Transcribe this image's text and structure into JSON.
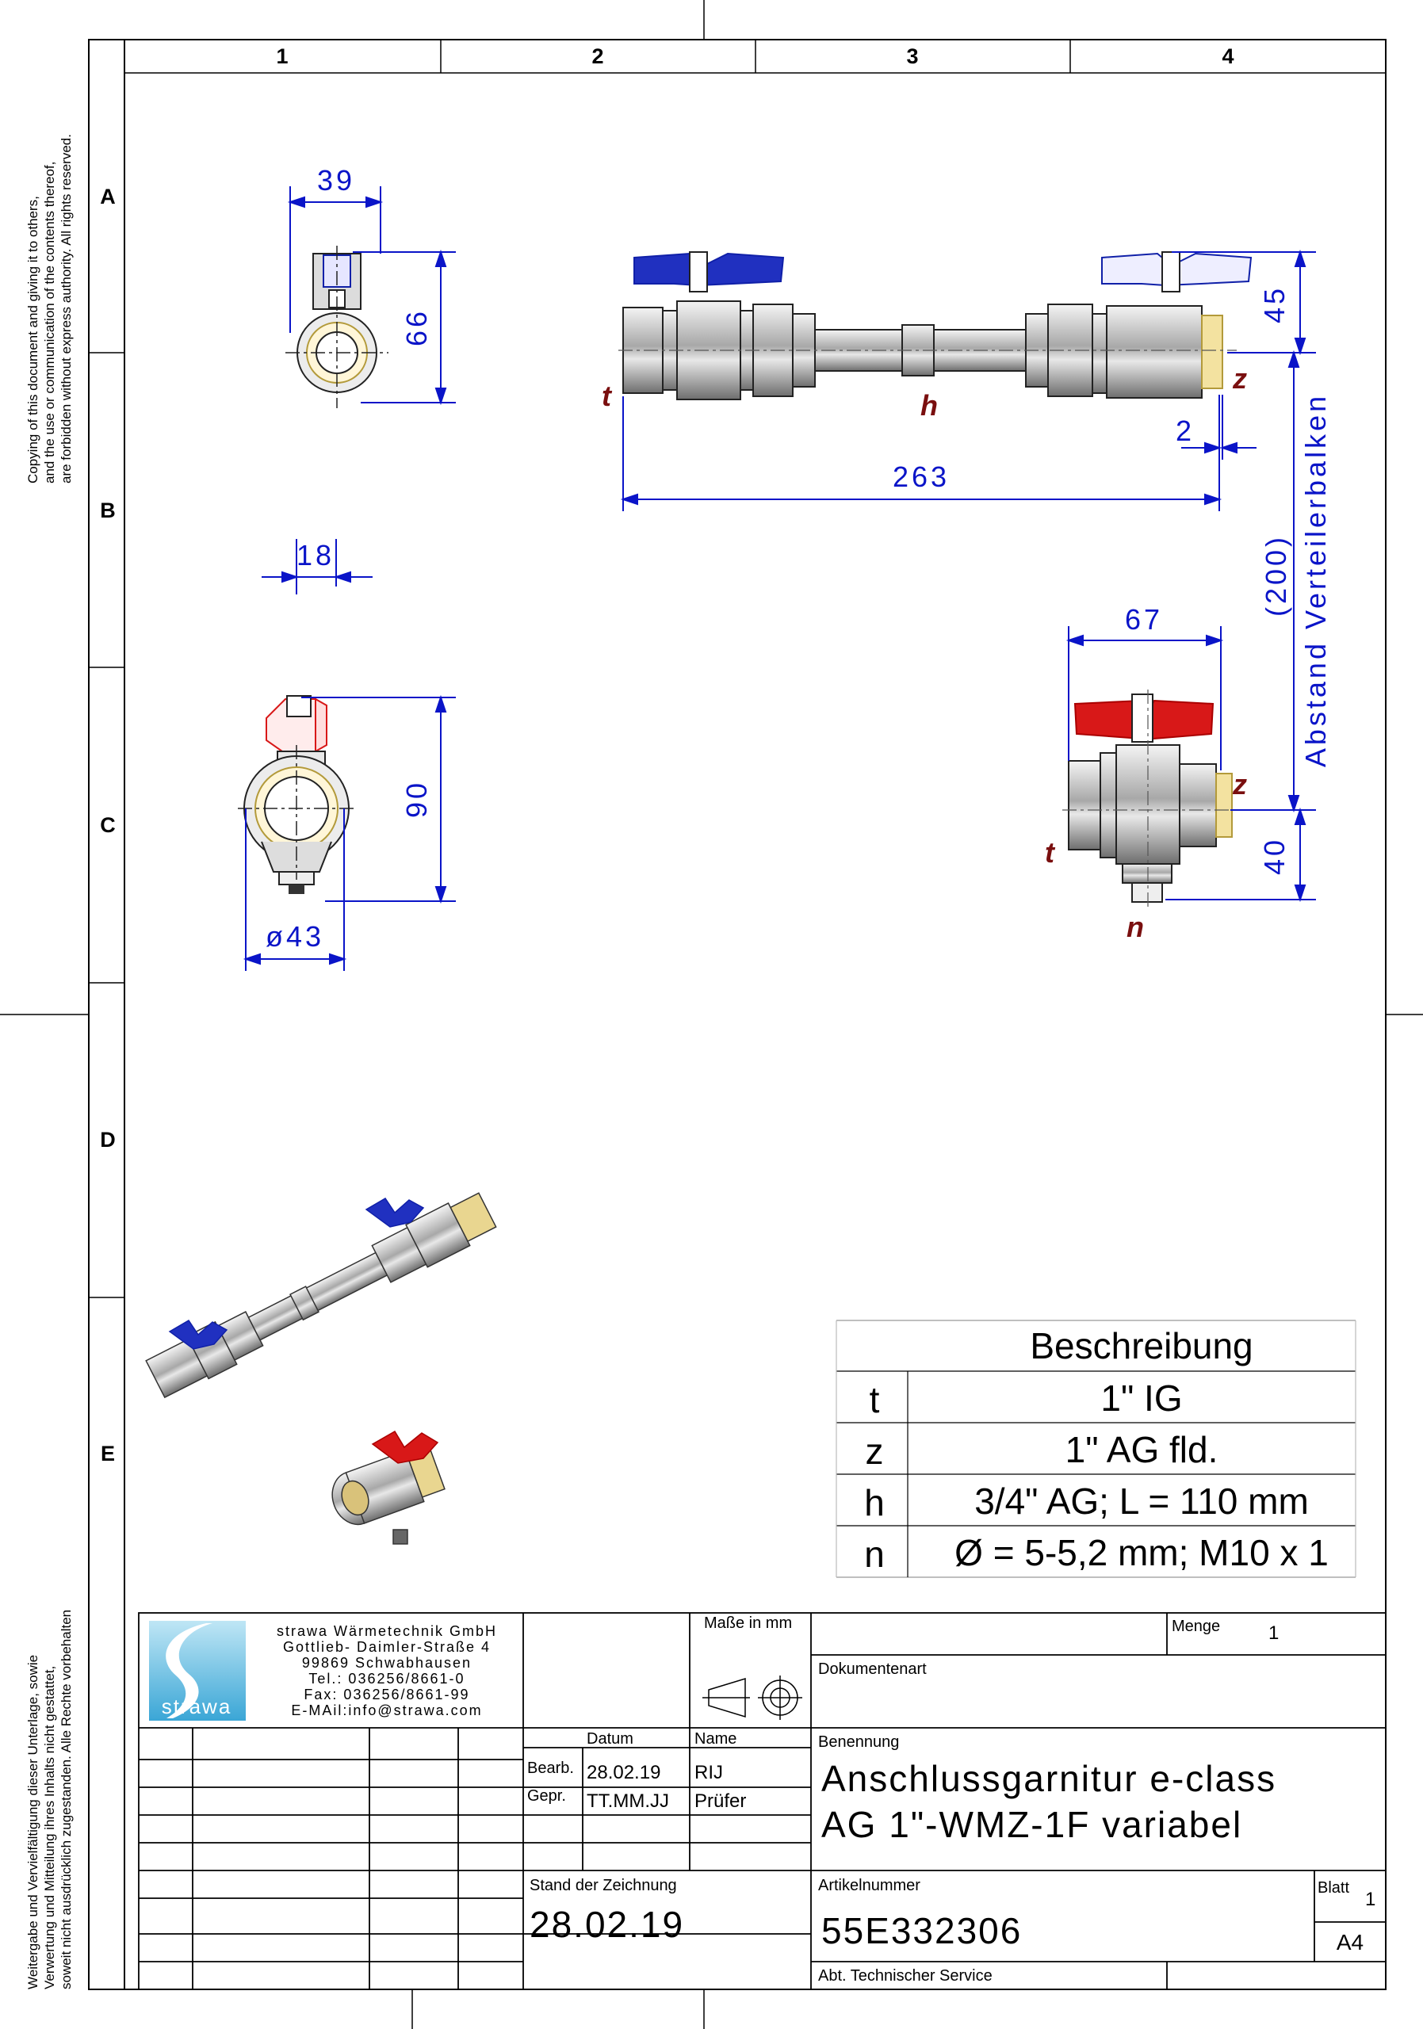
{
  "border": {
    "columns": [
      "1",
      "2",
      "3",
      "4"
    ],
    "rows": [
      "A",
      "B",
      "C",
      "D",
      "E"
    ],
    "copyright_en": [
      "Copying of this document and giving it to others,",
      "and the use or communication of the contents thereof,",
      "are forbidden without express authority. All rights reserved."
    ],
    "copyright_de": [
      "Weitergabe und Vervielfältigung dieser Unterlage, sowie",
      "Verwertung und Mitteilung ihres Inhalts nicht gestattet,",
      "soweit nicht ausdrücklich zugestanden. Alle Rechte vorbehalten"
    ]
  },
  "dimensions": {
    "front_width": "39",
    "front_height": "66",
    "offset": "18",
    "red_height": "90",
    "red_diameter": "ø43",
    "overall_length": "263",
    "valve_height": "45",
    "gap": "2",
    "side_width": "67",
    "side_height": "40",
    "distance_label": "(200)",
    "distance_caption": "Abstand Verteilerbalken"
  },
  "markers": {
    "t": "t",
    "z": "z",
    "h": "h",
    "n": "n"
  },
  "description_table": {
    "header": "Beschreibung",
    "rows": [
      {
        "key": "t",
        "value": "1\" IG"
      },
      {
        "key": "z",
        "value": "1\" AG fld."
      },
      {
        "key": "h",
        "value": "3/4\" AG; L = 110 mm"
      },
      {
        "key": "n",
        "value": "Ø = 5-5,2 mm; M10 x 1"
      }
    ]
  },
  "title_block": {
    "logo_text": "strawa",
    "company": [
      "strawa Wärmetechnik GmbH",
      "Gottlieb- Daimler-Straße 4",
      "99869 Schwabhausen",
      "Tel.: 036256/8661-0",
      "Fax: 036256/8661-99",
      "E-MAil:info@strawa.com"
    ],
    "masse_label": "Maße in mm",
    "menge_label": "Menge",
    "menge_value": "1",
    "dokumentenart_label": "Dokumentenart",
    "datum_label": "Datum",
    "name_label": "Name",
    "benennung_label": "Benennung",
    "bearb_label": "Bearb.",
    "bearb_date": "28.02.19",
    "bearb_name": "RIJ",
    "gepr_label": "Gepr.",
    "gepr_date": "TT.MM.JJ",
    "gepr_name": "Prüfer",
    "title_line1": "Anschlussgarnitur e-class",
    "title_line2": "AG 1\"-WMZ-1F variabel",
    "stand_label": "Stand der Zeichnung",
    "stand_value": "28.02.19",
    "artikel_label": "Artikelnummer",
    "artikel_value": "55E332306",
    "blatt_label": "Blatt",
    "blatt_value": "1",
    "format": "A4",
    "department": "Abt. Technischer Service"
  },
  "colors": {
    "dimension": "#0a14c8",
    "marker": "#7a0f0f",
    "blue_handle": "#1020a8",
    "red_handle": "#d81818"
  }
}
